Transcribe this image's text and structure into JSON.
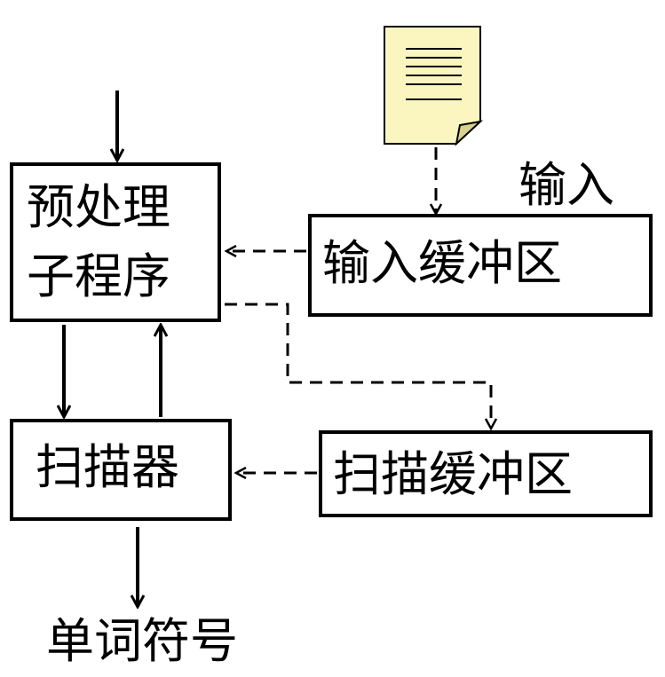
{
  "boxes": {
    "preprocessor": {
      "line1": "预处理",
      "line2": "子程序"
    },
    "input_buffer": {
      "label": "输入缓冲区"
    },
    "scanner": {
      "label": "扫描器"
    },
    "scan_buffer": {
      "label": "扫描缓冲区"
    }
  },
  "labels": {
    "input": "输入",
    "output_tokens": "单词符号"
  },
  "colors": {
    "document_fill": "#fbf6bf",
    "document_fold": "#d7d28d",
    "stroke": "#000000"
  },
  "icons": {
    "source_document": "document-icon"
  }
}
